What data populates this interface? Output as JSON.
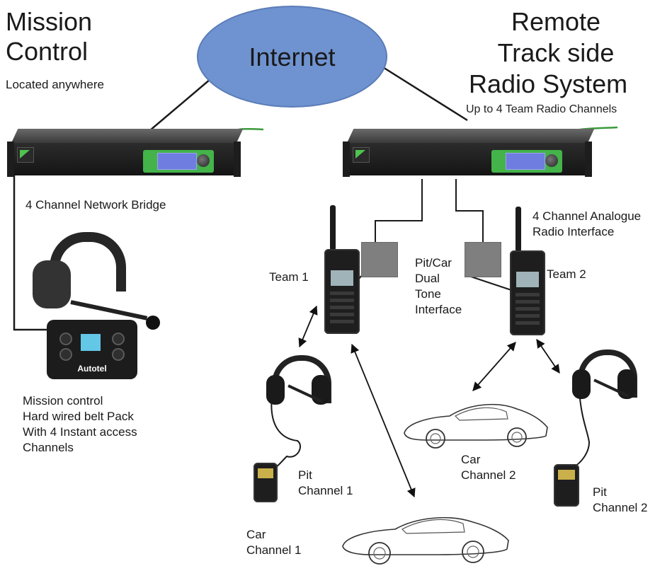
{
  "mission_control": {
    "title_line1": "Mission",
    "title_line2": "Control",
    "subtitle": "Located anywhere",
    "bridge_label": "4 Channel Network Bridge",
    "beltpack_lines": [
      "Mission control",
      "Hard wired belt Pack",
      "With 4 Instant access",
      "Channels"
    ],
    "beltpack_brand": "Autotel"
  },
  "internet": {
    "label": "Internet",
    "color": "#6f93d0"
  },
  "remote": {
    "title_line1": "Remote",
    "title_line2": "Track side",
    "title_line3": "Radio System",
    "subtitle": "Up to 4 Team Radio Channels",
    "interface_label_line1": "4 Channel Analogue",
    "interface_label_line2": "Radio Interface",
    "tone_lines": [
      "Pit/Car",
      "Dual",
      "Tone",
      "Interface"
    ],
    "team1": "Team 1",
    "team2": "Team 2",
    "pit1_line1": "Pit",
    "pit1_line2": "Channel 1",
    "pit2_line1": "Pit",
    "pit2_line2": "Channel 2",
    "car1_line1": "Car",
    "car1_line2": "Channel 1",
    "car2_line1": "Car",
    "car2_line2": "Channel 2"
  },
  "colors": {
    "rack_panel": "#43b34a",
    "lcd": "#6f7de0",
    "tone_box": "#7f7f7f",
    "network_cable": "#3a9a3a"
  }
}
